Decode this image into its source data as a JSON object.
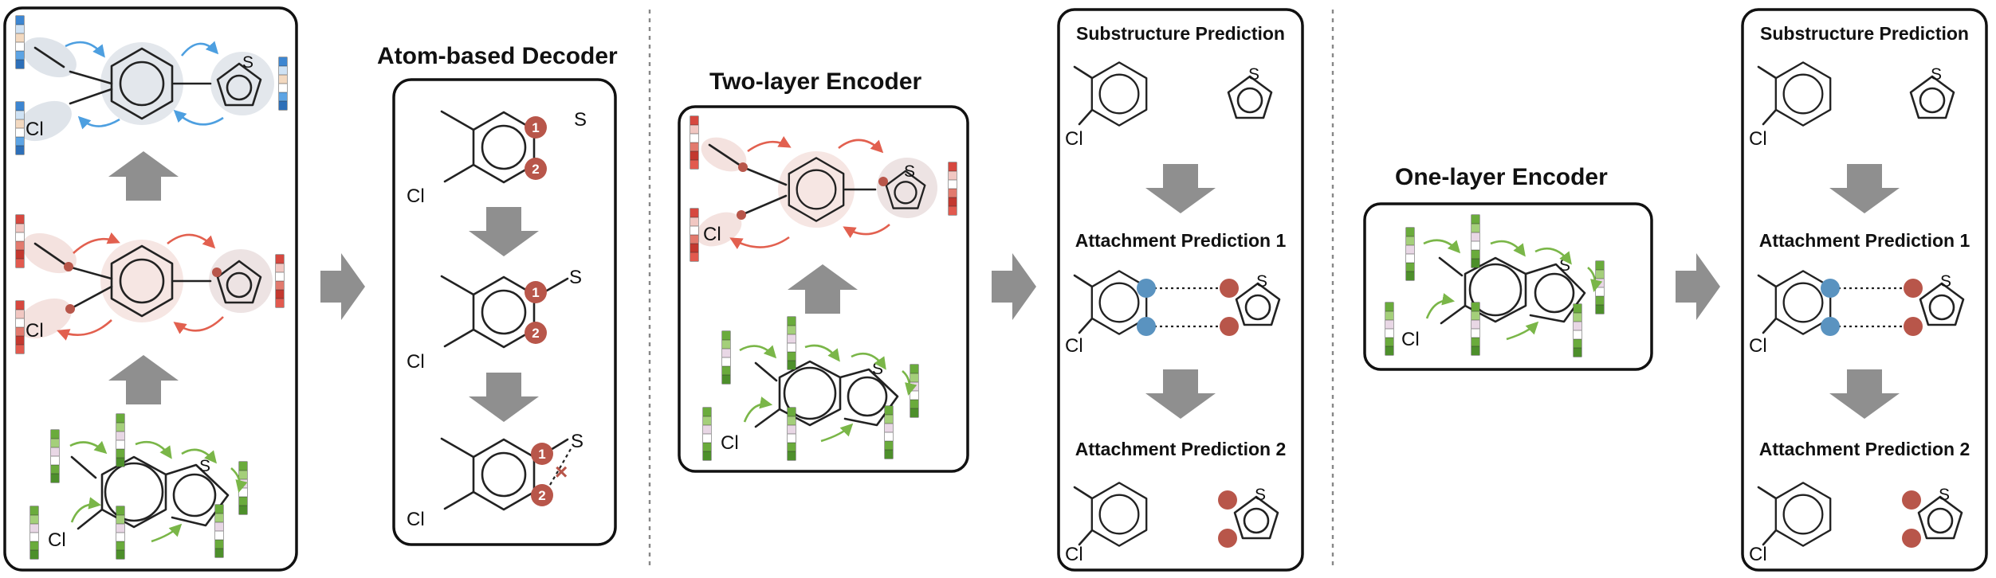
{
  "titles": {
    "decoder": "Atom-based Decoder",
    "two_layer": "Two-layer Encoder",
    "one_layer": "One-layer Encoder"
  },
  "steps": {
    "substructure": "Substructure Prediction",
    "attach1": "Attachment Prediction 1",
    "attach2": "Attachment Prediction 2"
  },
  "atoms": {
    "cl": "Cl",
    "s": "S"
  },
  "markers": {
    "one": "1",
    "two": "2",
    "cross": "×"
  },
  "colors": {
    "message_red": "#e2604f",
    "message_blue": "#4d9fe0",
    "message_green": "#7ab648",
    "attachment_atom_red": "#b8564a",
    "attachment_atom_blue": "#5a93c0",
    "arrow_gray": "#8f8f8f"
  }
}
